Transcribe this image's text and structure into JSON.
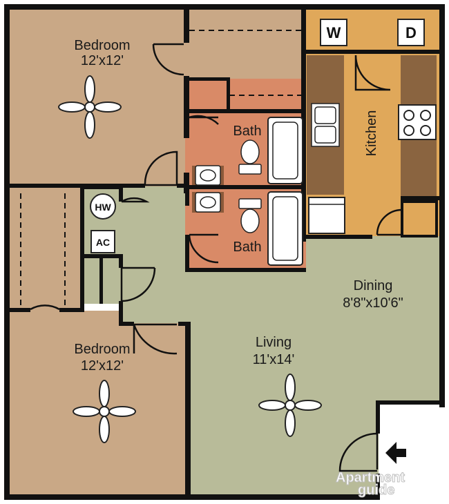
{
  "colors": {
    "bedroom": "#c9a886",
    "bath": "#d98a67",
    "kitchen": "#e0a85a",
    "counter": "#8a6440",
    "living": "#b8bb99",
    "wall": "#111111"
  },
  "rooms": {
    "bedroom_top": {
      "name": "Bedroom",
      "size": "12'x12'"
    },
    "bath_top": {
      "name": "Bath"
    },
    "bath_bottom": {
      "name": "Bath"
    },
    "kitchen": {
      "name": "Kitchen"
    },
    "bedroom_bottom": {
      "name": "Bedroom",
      "size": "12'x12'"
    },
    "dining": {
      "name": "Dining",
      "size": "8'8\"x10'6\""
    },
    "living": {
      "name": "Living",
      "size": "11'x14'"
    }
  },
  "appliances": {
    "washer": "W",
    "dryer": "D",
    "water_heater": "HW",
    "ac": "AC"
  },
  "icons": [
    "ceiling-fan-icon",
    "entry-arrow-icon",
    "stove-icon",
    "sink-icon",
    "toilet-icon",
    "bathtub-icon"
  ],
  "watermark": {
    "line1": "Apartment",
    "line2": "guide"
  }
}
